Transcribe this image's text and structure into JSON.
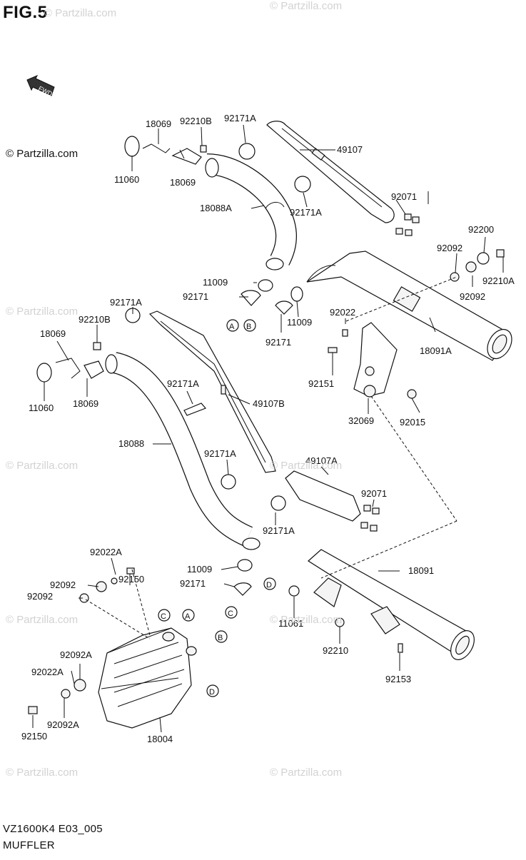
{
  "figure": {
    "title": "FIG.5",
    "code": "VZ1600K4 E03_005",
    "name": "MUFFLER"
  },
  "copyright": "© Partzilla.com",
  "watermark": "© Partzilla.com",
  "direction_label": "FWD",
  "ref_letters": [
    "A",
    "B",
    "C",
    "D"
  ],
  "parts": {
    "p18069_top": "18069",
    "p92210B_top": "92210B",
    "p92171A_top": "92171A",
    "p49107": "49107",
    "p11060_top": "11060",
    "p18069_top2": "18069",
    "p18088A": "18088A",
    "p92171A_mid": "92171A",
    "p92071_top": "92071",
    "p92200": "92200",
    "p92092_r1": "92092",
    "p92210A": "92210A",
    "p92092_r2": "92092",
    "p11009_top": "11009",
    "p92171_top": "92171",
    "p11009_top2": "11009",
    "p92022_r": "92022",
    "p92171_top2": "92171",
    "p18091A": "18091A",
    "p92171A_left": "92171A",
    "p92210B_left": "92210B",
    "p18069_left": "18069",
    "p11060_left": "11060",
    "p18069_left2": "18069",
    "p92151": "92151",
    "p32069": "32069",
    "p92015": "92015",
    "p92171A_a": "92171A",
    "p49107B": "49107B",
    "p18088": "18088",
    "p92171A_b": "92171A",
    "p49107A": "49107A",
    "p92071_bot": "92071",
    "p92171A_c": "92171A",
    "p92022A_top": "92022A",
    "p92092_l1": "92092",
    "p92150_top": "92150",
    "p92092_l2": "92092",
    "p11009_bot": "11009",
    "p92171_bot": "92171",
    "p18091": "18091",
    "p11061": "11061",
    "p92210": "92210",
    "p92153": "92153",
    "p92092A_top": "92092A",
    "p92022A_left": "92022A",
    "p92092A_bot": "92092A",
    "p92150_bot": "92150",
    "p18004": "18004"
  }
}
